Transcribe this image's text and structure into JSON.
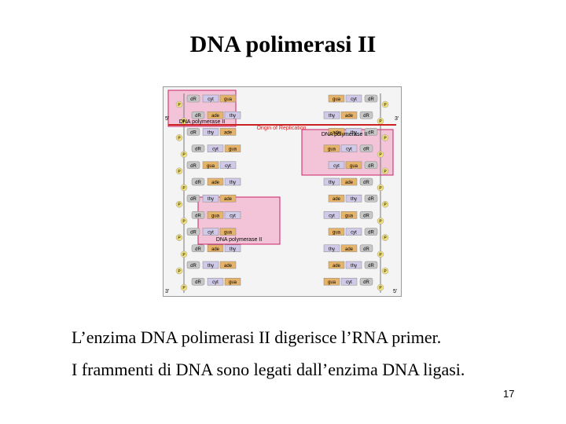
{
  "slide": {
    "title": "DNA polimerasi II",
    "line1": "L’enzima DNA polimerasi II digerisce l’RNA primer.",
    "line2": "I frammenti di DNA sono legati dall’enzima DNA ligasi.",
    "page_number": "17"
  },
  "figure": {
    "origin_label": "Origin of Replication",
    "enzyme_label": "DNA polymerase II",
    "strand_ends": [
      "5'",
      "3'",
      "3'",
      "5'"
    ],
    "bases": [
      "cyt",
      "gua",
      "ade",
      "thy",
      "thy",
      "ade",
      "cyt",
      "gua",
      "gua",
      "cyt",
      "ade",
      "thy",
      "thy",
      "ade",
      "gua",
      "cyt"
    ],
    "sugar_label": "dR",
    "phosphate_label": "P",
    "colors": {
      "enzyme": "#f2b8d0",
      "origin_line": "#cc2222",
      "sugar": "#c7c7c7",
      "phosphate": "#f2e07a",
      "purine": "#e6b36a",
      "pyrimidine": "#d0c9e8"
    }
  }
}
